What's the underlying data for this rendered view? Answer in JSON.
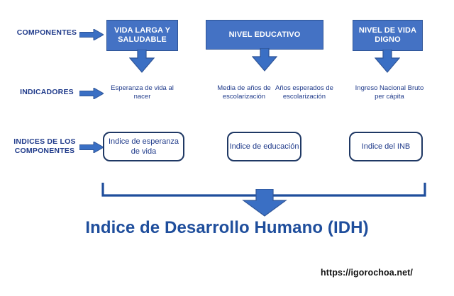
{
  "diagram": {
    "title": "Indice de Desarrollo Humano (IDH)",
    "watermark": "https://igorochoa.net/",
    "colors": {
      "box_fill": "#4472C4",
      "box_border": "#2F5597",
      "text_navy": "#1F3A8A",
      "index_border": "#1F3864",
      "title_blue": "#1F4E9C",
      "arrow_blue": "#3A6FC4"
    },
    "row_labels": [
      {
        "id": "componentes",
        "text": "COMPONENTES"
      },
      {
        "id": "indicadores",
        "text": "INDICADORES"
      },
      {
        "id": "indices-de-los-componentes",
        "line1": "INDICES DE LOS",
        "line2": "COMPONENTES"
      }
    ],
    "components": [
      {
        "id": "vida-larga-y-saludable",
        "line1": "VIDA LARGA Y",
        "line2": "SALUDABLE"
      },
      {
        "id": "nivel-educativo",
        "line1": "NIVEL EDUCATIVO",
        "line2": ""
      },
      {
        "id": "nivel-de-vida-digno",
        "line1": "NIVEL DE VIDA",
        "line2": "DIGNO"
      }
    ],
    "indicators": [
      {
        "id": "esperanza-de-vida-al-nacer",
        "line1": "Esperanza de vida",
        "line2": "al nacer"
      },
      {
        "id": "media-de-anos-de-escolarizacion",
        "line1": "Media de años",
        "line2": "de escolarización"
      },
      {
        "id": "anos-esperados-de-escolarizacion",
        "line1": "Años esperados",
        "line2": "de escolarización"
      },
      {
        "id": "ingreso-nacional-bruto-per-capita",
        "line1": "Ingreso Nacional",
        "line2": "Bruto per cápita"
      }
    ],
    "indices": [
      {
        "id": "indice-de-esperanza-de-vida",
        "line1": "Indice de",
        "line2": "esperanza de vida"
      },
      {
        "id": "indice-de-educacion",
        "line1": "Indice de",
        "line2": "educación"
      },
      {
        "id": "indice-del-inb",
        "line1": "Indice del INB",
        "line2": ""
      }
    ]
  }
}
